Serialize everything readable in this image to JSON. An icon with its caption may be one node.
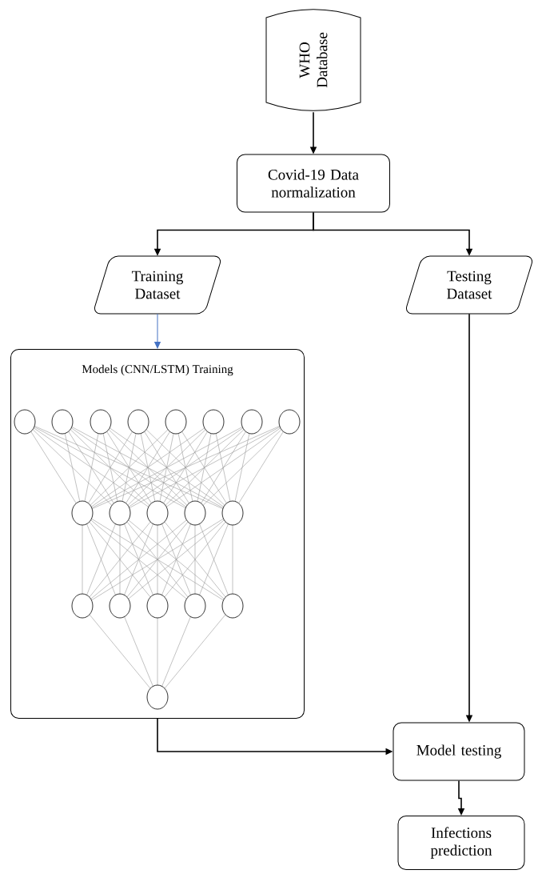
{
  "diagram": {
    "nodes": [
      {
        "text": [
          "WHO Database"
        ]
      },
      {
        "text": [
          "Covid-19 Data normalization"
        ]
      },
      {
        "text": [
          "Training Dataset"
        ]
      },
      {
        "text": [
          "Testing Dataset"
        ]
      },
      {
        "text": [
          "Models (CNN/LSTM) Training"
        ]
      },
      {
        "text": [
          "Model testing"
        ]
      },
      {
        "text": [
          "Infections prediction"
        ]
      }
    ],
    "edges": [
      {
        "from": 0,
        "to": 1,
        "arrow": "to"
      },
      {
        "from": 1,
        "to": 2,
        "arrow": "to"
      },
      {
        "from": 1,
        "to": 3,
        "arrow": "to"
      },
      {
        "from": 2,
        "to": 4,
        "arrow": "to",
        "color": "#4472c4"
      },
      {
        "from": 3,
        "to": 5,
        "arrow": "to"
      },
      {
        "from": 4,
        "to": 5,
        "arrow": "to"
      },
      {
        "from": 5,
        "to": 6,
        "arrow": "to"
      }
    ]
  }
}
